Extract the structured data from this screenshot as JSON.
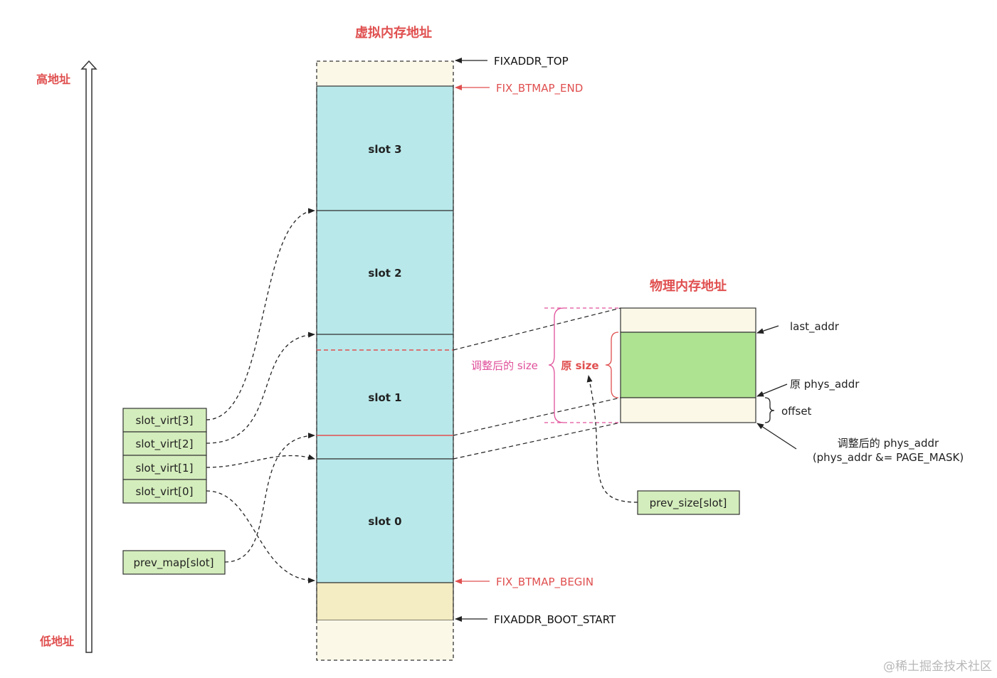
{
  "titles": {
    "virtual": "虚拟内存地址",
    "physical": "物理内存地址"
  },
  "axis": {
    "high": "高地址",
    "low": "低地址"
  },
  "virtual_regions": {
    "slot3": "slot 3",
    "slot2": "slot 2",
    "slot1": "slot 1",
    "slot0": "slot 0"
  },
  "pointers": {
    "fixaddr_top": "FIXADDR_TOP",
    "fix_btmap_end": "FIX_BTMAP_END",
    "fix_btmap_begin": "FIX_BTMAP_BEGIN",
    "fixaddr_boot_start": "FIXADDR_BOOT_START"
  },
  "slot_virt": [
    "slot_virt[3]",
    "slot_virt[2]",
    "slot_virt[1]",
    "slot_virt[0]"
  ],
  "prev_map": "prev_map[slot]",
  "prev_size": "prev_size[slot]",
  "physical": {
    "last_addr": "last_addr",
    "orig_phys_addr": "原 phys_addr",
    "offset": "offset",
    "adjusted_phys_addr": "调整后的 phys_addr",
    "page_mask_note": "(phys_addr &= PAGE_MASK)"
  },
  "sizes": {
    "adjusted_size": "调整后的 size",
    "orig_size": "原 size"
  },
  "watermark": "@稀土掘金技术社区",
  "colors": {
    "slot_fill": "#b8e8ea",
    "green_box": "#d4edbc",
    "phys_green": "#aee391",
    "cream": "#fbf8e8",
    "boot": "#f4ecc2",
    "red": "#e04f4f",
    "magenta": "#e0509a"
  }
}
